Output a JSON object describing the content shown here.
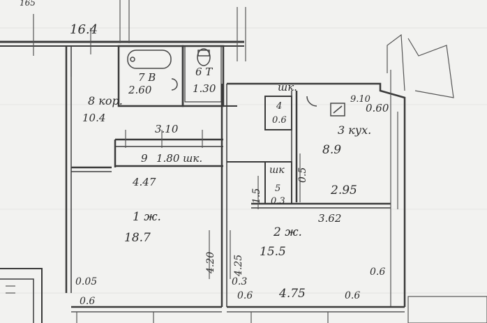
{
  "labels": {
    "corner": "165",
    "top_dim": "16.4",
    "bath": "7 В",
    "bath_area": "2.60",
    "toilet": "6 Т",
    "toilet_area": "1.30",
    "hall_corridor": "8 кор.",
    "hall_area": "10.4",
    "shk_top": "шк.",
    "storage4": "4",
    "storage4_area": "0.6",
    "kitchen_dim1": "9.10",
    "kitchen_dim2": "0.60",
    "kitchen": "3 кух.",
    "kitchen_area": "8.9",
    "corridor_len": "3.10",
    "closet9": "9",
    "closet9_area": "1.80 шк.",
    "shk_mid": "шк",
    "storage5": "5",
    "storage5_area": "0.3",
    "dim_05": "0.5",
    "dim_15": "1.5",
    "kitchen_width": "2.95",
    "room1_width": "4.47",
    "room2_width": "3.62",
    "room1": "1 ж.",
    "room1_area": "18.7",
    "room2": "2 ж.",
    "room2_area": "15.5",
    "room1_depth": "4.20",
    "room2_depth": "4.25",
    "dim_005": "0.05",
    "dim_06_left": "0.6",
    "dim_03": "0.3",
    "dim_06_mid": "0.6",
    "room2_bottom": "4.75",
    "dim_06_right": "0.6",
    "dim_06_side": "0.6"
  }
}
